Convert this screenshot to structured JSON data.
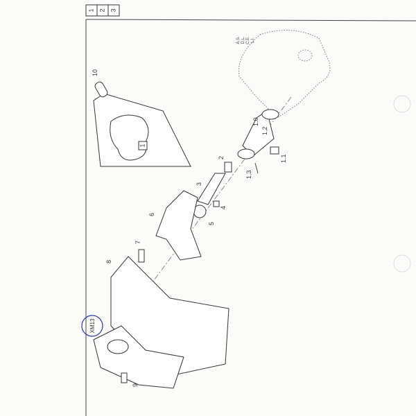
{
  "sheet_tabs": [
    "1",
    "2",
    "3"
  ],
  "ref_codes": [
    "A.S.",
    "D.L.",
    "C.E.",
    "L.I."
  ],
  "callouts": {
    "p10": "10",
    "p1box": "1",
    "p1_0": "1.0",
    "p1_1": "1.1",
    "p1_2": "1.2",
    "p1_3": "1.3",
    "p2": "2",
    "p3": "3",
    "p4": "4",
    "p5": "5",
    "p6": "6",
    "p7": "7",
    "p8": "8",
    "p9": "9"
  },
  "circled_code": "XM13"
}
